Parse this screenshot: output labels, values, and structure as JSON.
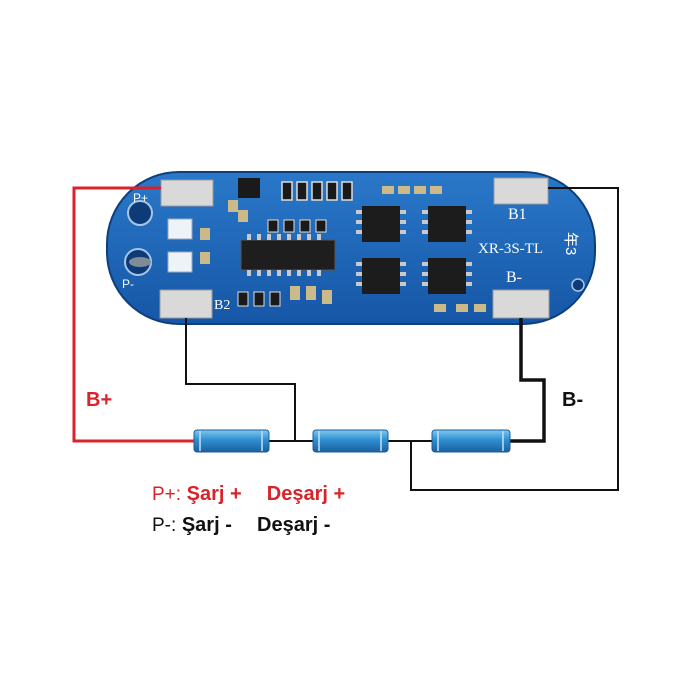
{
  "board": {
    "model_label": "XR-3S-TL",
    "pad_p_plus": "P+",
    "pad_p_minus": "P-",
    "pad_b1": "B1",
    "pad_b2": "B2",
    "pad_b_minus": "B-",
    "side_mark": "年3",
    "board_color": "#1a63b8"
  },
  "wire_labels": {
    "b_plus": "B+",
    "b_minus": "B-"
  },
  "legend": {
    "plus_key": "P+:",
    "plus_charge": "Şarj +",
    "plus_discharge": "Deşarj +",
    "minus_key": "P-:",
    "minus_charge": "Şarj -",
    "minus_discharge": "Deşarj -"
  },
  "colors": {
    "positive_wire": "#d8232a",
    "negative_wire": "#111111",
    "cell": "#2f8fd0"
  },
  "cells": {
    "count": 3
  }
}
